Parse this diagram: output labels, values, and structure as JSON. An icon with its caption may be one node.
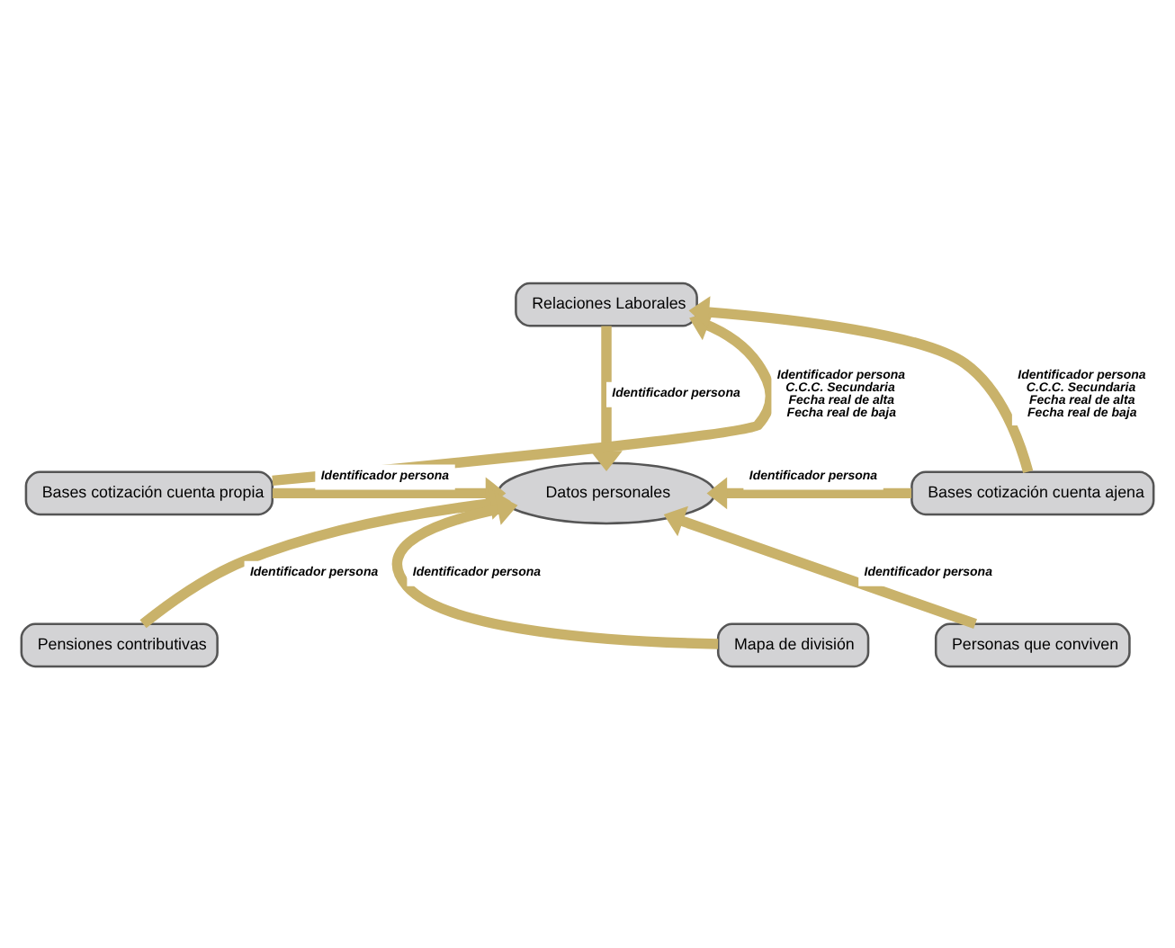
{
  "diagram": {
    "nodes": [
      {
        "text": [
          "Relaciones Laborales"
        ]
      },
      {
        "text": [
          "Bases cotización cuenta propia"
        ]
      },
      {
        "text": [
          "Datos personales"
        ]
      },
      {
        "text": [
          "Bases cotización cuenta ajena"
        ]
      },
      {
        "text": [
          "Pensiones contributivas"
        ]
      },
      {
        "text": [
          "Mapa de división"
        ]
      },
      {
        "text": [
          "Personas que conviven"
        ]
      }
    ],
    "edges": [
      {
        "from": 1,
        "to": 0,
        "arrow": "to",
        "label": "Identificador persona C.C.C. Secundaria Fecha real de alta Fecha real de baja"
      },
      {
        "from": 3,
        "to": 0,
        "arrow": "to",
        "label": "Identificador persona C.C.C. Secundaria Fecha real de alta Fecha real de baja"
      },
      {
        "from": 0,
        "to": 2,
        "arrow": "to",
        "label": "Identificador persona"
      },
      {
        "from": 1,
        "to": 2,
        "arrow": "to",
        "label": "Identificador persona"
      },
      {
        "from": 3,
        "to": 2,
        "arrow": "to",
        "label": "Identificador persona"
      },
      {
        "from": 4,
        "to": 2,
        "arrow": "to",
        "label": "Identificador persona"
      },
      {
        "from": 5,
        "to": 2,
        "arrow": "to",
        "label": "Identificador persona"
      },
      {
        "from": 6,
        "to": 2,
        "arrow": "to",
        "label": "Identificador persona"
      }
    ]
  }
}
